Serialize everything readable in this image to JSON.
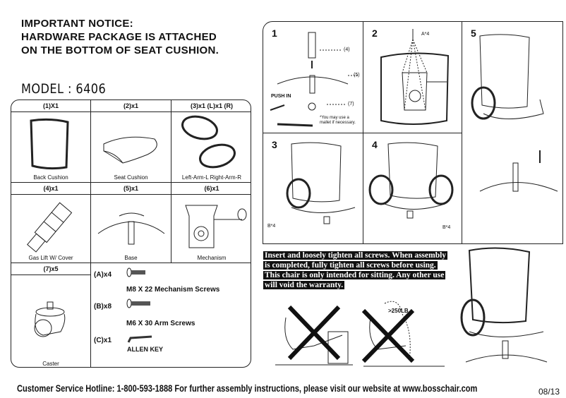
{
  "notice": {
    "line1": "IMPORTANT NOTICE:",
    "line2": "HARDWARE PACKAGE IS ATTACHED",
    "line3": "ON THE BOTTOM OF SEAT CUSHION."
  },
  "model": "MODEL : 6406",
  "parts": [
    {
      "qty": "(1)X1",
      "name": "Back Cushion"
    },
    {
      "qty": "(2)x1",
      "name": "Seat Cushion"
    },
    {
      "qty": "(3)x1 (L)x1 (R)",
      "name": "Left-Arm-L Right-Arm-R"
    },
    {
      "qty": "(4)x1",
      "name": "Gas Lift W/ Cover"
    },
    {
      "qty": "(5)x1",
      "name": "Base"
    },
    {
      "qty": "(6)x1",
      "name": "Mechanism"
    },
    {
      "qty": "(7)x5",
      "name": "Caster"
    }
  ],
  "hardware": [
    {
      "qty": "(A)x4",
      "name": "M8 X 22  Mechanism Screws"
    },
    {
      "qty": "(B)x8",
      "name": "M6 X 30  Arm Screws"
    },
    {
      "qty": "(C)x1",
      "name": "ALLEN KEY"
    }
  ],
  "steps": {
    "s1": {
      "num": "1",
      "l4": "(4)",
      "l5": "(5)",
      "l7": "(7)",
      "push": "PUSH IN",
      "note1": "*You may use a",
      "note2": "mallet if necessary."
    },
    "s2": {
      "num": "2",
      "a": "A*4"
    },
    "s3": {
      "num": "3",
      "b": "B*4"
    },
    "s4": {
      "num": "4",
      "b": "B*4"
    },
    "s5": {
      "num": "5"
    }
  },
  "warning": "Insert and loosely tighten all screws. When assembly is completed, fully tighten all screws before using. This chair is only intended for sitting. Any other use will void the warranty.",
  "weight_limit": ">250LB",
  "footer": {
    "text": "Customer Service Hotline: 1-800-593-1888   For further assembly instructions,   please visit our website at   www.bosschair.com",
    "date": "08/13"
  }
}
